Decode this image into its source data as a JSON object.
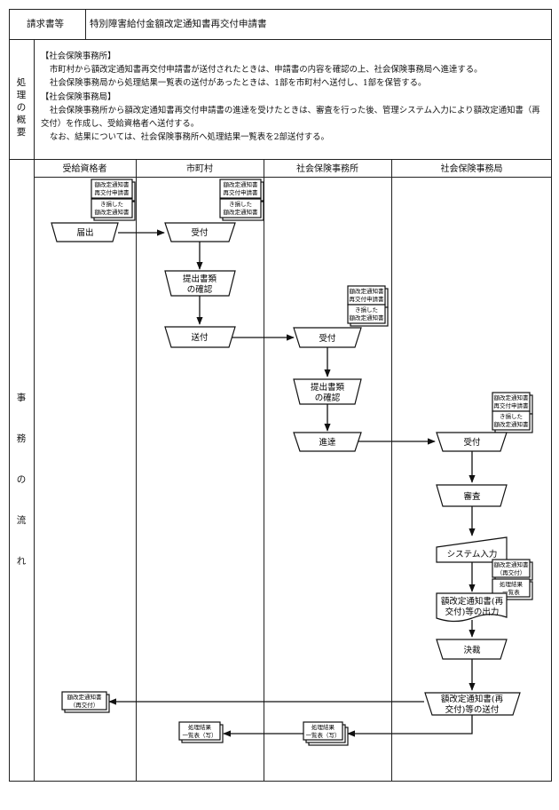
{
  "header": {
    "label": "請求書等",
    "title": "特別障害給付金額改定通知書再交付申請書"
  },
  "summary_label": "処理の概要",
  "summary_lines": [
    "【社会保険事務所】",
    "市町村から額改定通知書再交付申請書が送付されたときは、申請書の内容を確認の上、社会保険事務局へ進達する。",
    "社会保険事務局から処理結果一覧表の送付があったときは、1部を市町村へ送付し、1部を保管する。",
    "【社会保険事務局】",
    "社会保険事務所から額改定通知書再交付申請書の進達を受けたときは、審査を行った後、管理システム入力により額改定通知書（再",
    "交付）を作成し、受給資格者へ送付する。",
    "なお、結果については、社会保険事務所へ処理結果一覧表を2部送付する。"
  ],
  "flow_label": "事務の流れ",
  "columns": [
    "受給資格者",
    "市町村",
    "社会保険事務所",
    "社会保険事務局"
  ],
  "shapes": {
    "todokede": "届出",
    "uketsuke": "受付",
    "teishutsu_kakunin": [
      "提出書類",
      "の確認"
    ],
    "soufu": "送付",
    "shintatsu": "進達",
    "shinsa": "審査",
    "system_input": "システム入力",
    "output": [
      "額改定通知書(再",
      "交付)等の出力"
    ],
    "kessai": "決裁",
    "send_notice": [
      "額改定通知書(再",
      "交付)等の送付"
    ]
  },
  "documents": {
    "application": [
      "額改定通知書",
      "再交付申請書"
    ],
    "damaged": [
      "き損した",
      "額改定通知書"
    ],
    "notice_reissue": [
      "額改定通知書",
      "（再交付）"
    ],
    "result_list": [
      "処理結果",
      "一覧表"
    ],
    "result_list_kata": [
      "処理結果",
      "一覧表（写）"
    ]
  }
}
